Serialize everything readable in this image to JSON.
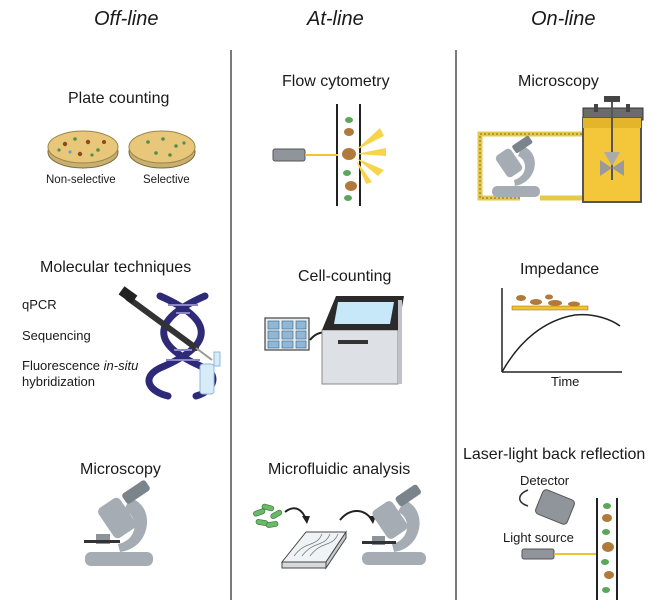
{
  "columns": {
    "offline": "Off-line",
    "atline": "At-line",
    "online": "On-line"
  },
  "offline": {
    "plate_title": "Plate counting",
    "plate_labels": [
      "Non-selective",
      "Selective"
    ],
    "molecular_title": "Molecular techniques",
    "molecular_items": [
      "qPCR",
      "Sequencing"
    ],
    "fish_prefix": "Fluorescence ",
    "fish_italic": "in-situ",
    "fish_line2": "hybridization",
    "microscopy_title": "Microscopy"
  },
  "atline": {
    "flow_title": "Flow cytometry",
    "cellcount_title": "Cell-counting",
    "microfluidic_title": "Microfluidic analysis"
  },
  "online": {
    "microscopy_title": "Microscopy",
    "impedance_title": "Impedance",
    "impedance_xlabel": "Time",
    "laser_title": "Laser-light back reflection",
    "detector_label": "Detector",
    "light_source_label": "Light source"
  },
  "colors": {
    "divider": "#333333",
    "microscope": "#a5acb4",
    "dna": "#2e2a78",
    "plate": "#e8c77a",
    "cell_brown": "#b07a3c",
    "cell_green": "#5aa65a",
    "yellow": "#f2c230"
  }
}
